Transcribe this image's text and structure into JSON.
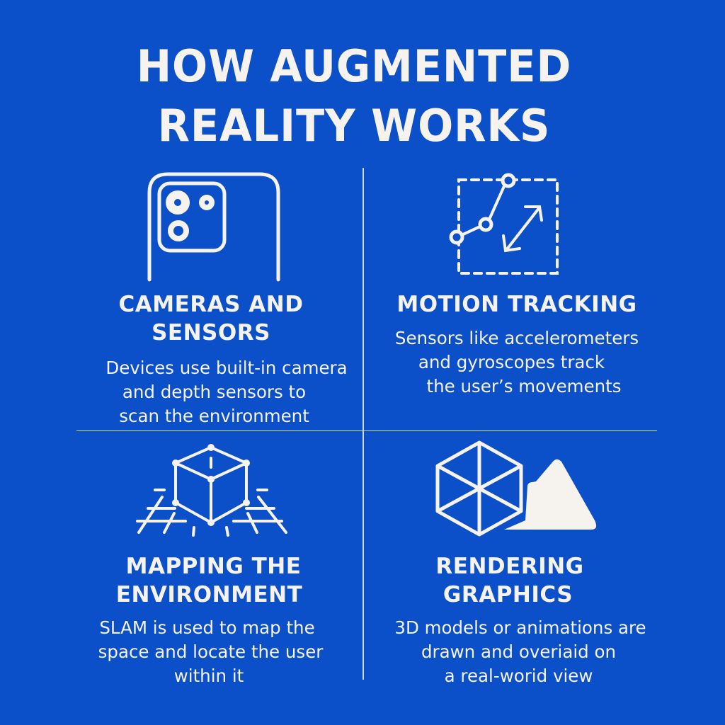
{
  "title": {
    "line1": "HOW AUGMENTED",
    "line2": "REALITY WORKS"
  },
  "colors": {
    "background": "#0B50C8",
    "foreground": "#F6F3EE",
    "divider": "#C9D6F2"
  },
  "sections": [
    {
      "icon": "smartphone-camera-icon",
      "heading_lines": [
        "CAMERAS AND",
        "SENSORS"
      ],
      "description_lines": [
        "Devices use built-in camera",
        "and depth sensors to",
        "scan the environment"
      ]
    },
    {
      "icon": "motion-tracking-icon",
      "heading_lines": [
        "MOTION TRACKING"
      ],
      "description_lines": [
        "Sensors like accelerometers",
        "and gyroscopes track",
        "the user’s movements"
      ]
    },
    {
      "icon": "cube-grid-mapping-icon",
      "heading_lines": [
        "MAPPING THE",
        "ENVIRONMENT"
      ],
      "description_lines": [
        "SLAM is used to map the",
        "space and locate the user",
        "within it"
      ]
    },
    {
      "icon": "hexagon-mountain-render-icon",
      "heading_lines": [
        "RENDERING",
        "GRAPHICS"
      ],
      "description_lines": [
        "3D models or animations are",
        "drawn and overiaid on",
        "a real-worid view"
      ]
    }
  ]
}
